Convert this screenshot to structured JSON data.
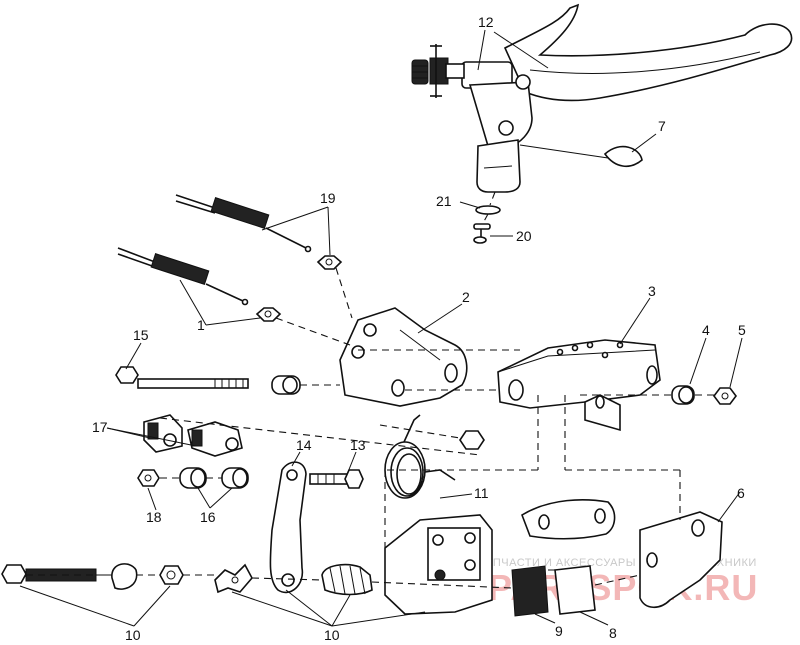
{
  "callouts": {
    "c1": "1",
    "c2": "2",
    "c3": "3",
    "c4": "4",
    "c5": "5",
    "c6": "6",
    "c7": "7",
    "c8": "8",
    "c9": "9",
    "c10a": "10",
    "c10b": "10",
    "c11": "11",
    "c12": "12",
    "c13": "13",
    "c14": "14",
    "c15": "15",
    "c16": "16",
    "c17": "17",
    "c18": "18",
    "c19": "19",
    "c20": "20",
    "c21": "21"
  },
  "watermark": {
    "line1": "ЗАПЧАСТИ И АКСЕССУАРЫ ДЛЯ МОТОТЕХНИКИ",
    "brand": "PARTSPOK.RU"
  },
  "colors": {
    "ink": "#111111",
    "watermark_red": "#f3b7b7",
    "watermark_gray": "#c8c8c8"
  }
}
